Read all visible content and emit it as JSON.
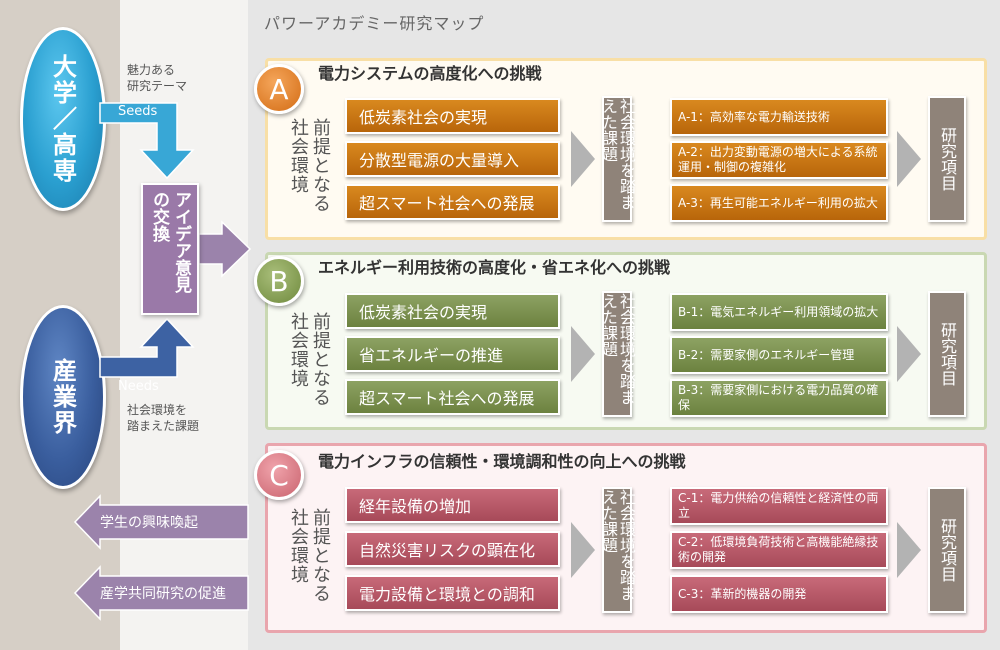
{
  "page_title": "パワーアカデミー研究マップ",
  "left": {
    "university": "大学／高専",
    "industry": "産業界",
    "seeds_desc": "魅力ある\n研究テーマ",
    "seeds_tag": "Seeds",
    "needs_tag": "Needs",
    "needs_desc": "社会環境を\n踏まえた課題",
    "idea_exchange": "アイデア意見の交換",
    "out1": "学生の興味喚起",
    "out2": "産学共同研究の促進"
  },
  "common": {
    "premise": "前提となる社会環境",
    "issues": "社会環境を踏まえた課題",
    "research": "研究項目"
  },
  "colors": {
    "A": "#c8750f",
    "B": "#7d9450",
    "C": "#b85a68"
  },
  "sections": [
    {
      "letter": "A",
      "title": "電力システムの高度化への挑戦",
      "premises": [
        "低炭素社会の実現",
        "分散型電源の大量導入",
        "超スマート社会への発展"
      ],
      "items": [
        "A-1：高効率な電力輸送技術",
        "A-2：出力変動電源の増大による系統運用・制御の複雑化",
        "A-3：再生可能エネルギー利用の拡大"
      ]
    },
    {
      "letter": "B",
      "title": "エネルギー利用技術の高度化・省エネ化への挑戦",
      "premises": [
        "低炭素社会の実現",
        "省エネルギーの推進",
        "超スマート社会への発展"
      ],
      "items": [
        "B-1：電気エネルギー利用領域の拡大",
        "B-2：需要家側のエネルギー管理",
        "B-3：需要家側における電力品質の確保"
      ]
    },
    {
      "letter": "C",
      "title": "電力インフラの信頼性・環境調和性の向上への挑戦",
      "premises": [
        "経年設備の増加",
        "自然災害リスクの顕在化",
        "電力設備と環境との調和"
      ],
      "items": [
        "C-1：電力供給の信頼性と経済性の両立",
        "C-2：低環境負荷技術と高機能絶縁技術の開発",
        "C-3：革新的機器の開発"
      ]
    }
  ]
}
